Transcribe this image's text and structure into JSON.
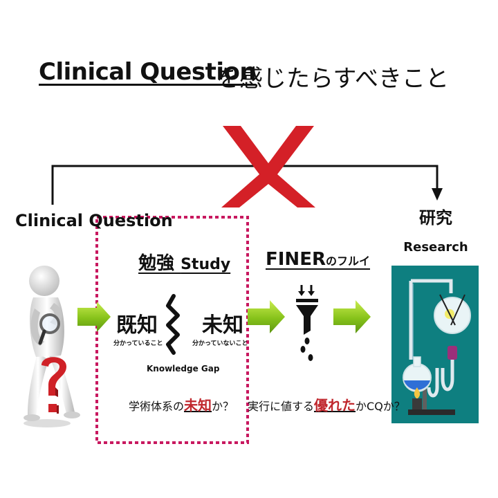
{
  "title": {
    "main": "Clinical Question",
    "rest": "を感じたらすべきこと"
  },
  "left_label": "Clinical Question",
  "right_label": {
    "ja": "研究",
    "en": "Research"
  },
  "study": {
    "title_ja": "勉強",
    "title_en": "Study",
    "known": "既知",
    "known_sub": "分かっていること",
    "unknown": "未知",
    "unknown_sub": "分かっていないこと",
    "gap_label": "Knowledge Gap",
    "question_pre": "学術体系の",
    "question_emph": "未知",
    "question_post": "か？"
  },
  "finer": {
    "title": "FINER",
    "title_suffix": "のフルイ",
    "question_pre": "実行に値する",
    "question_emph": "優れた",
    "question_post": "かCQか？"
  },
  "colors": {
    "cross": "#d42027",
    "arrow_green": "#86c21a",
    "dotted_box": "#c8185f",
    "emphasis": "#c0272d",
    "research_bg": "#0e7f80"
  },
  "icons": [
    "cross-mark-icon",
    "green-arrow-icon",
    "funnel-icon",
    "thinking-person-icon",
    "lab-apparatus-icon"
  ]
}
